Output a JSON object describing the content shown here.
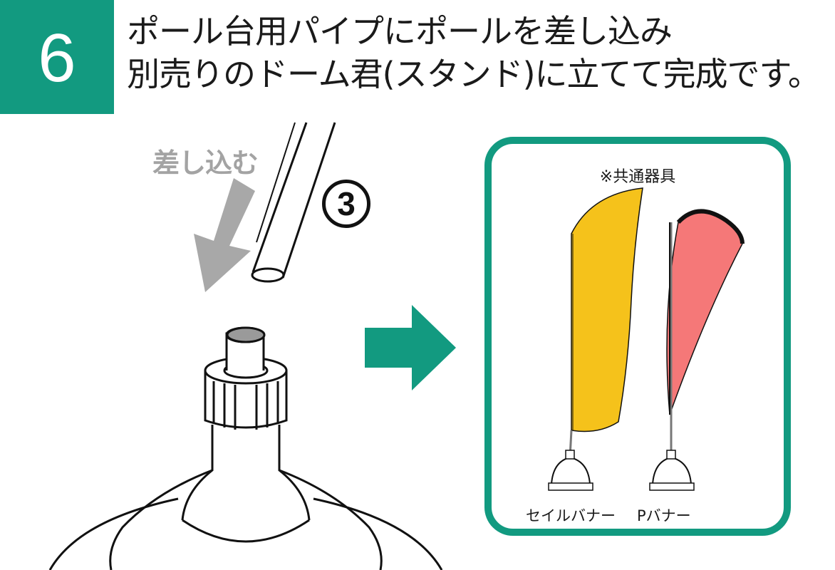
{
  "step": {
    "number": "6",
    "badge_color": "#129a80"
  },
  "title": {
    "line1": "ポール台用パイプにポールを差し込み",
    "line2": "別売りのドーム君(スタンド)に立てて完成です。"
  },
  "illustration": {
    "insert_label": "差し込む",
    "step_marker": "3",
    "arrow_label_color": "#a3a3a3"
  },
  "panel": {
    "note": "※共通器具",
    "items": [
      {
        "label": "セイルバナー",
        "flag_color": "#f5c21b"
      },
      {
        "label": "Pバナー",
        "flag_color": "#f57878"
      }
    ],
    "border_color": "#129a80"
  }
}
